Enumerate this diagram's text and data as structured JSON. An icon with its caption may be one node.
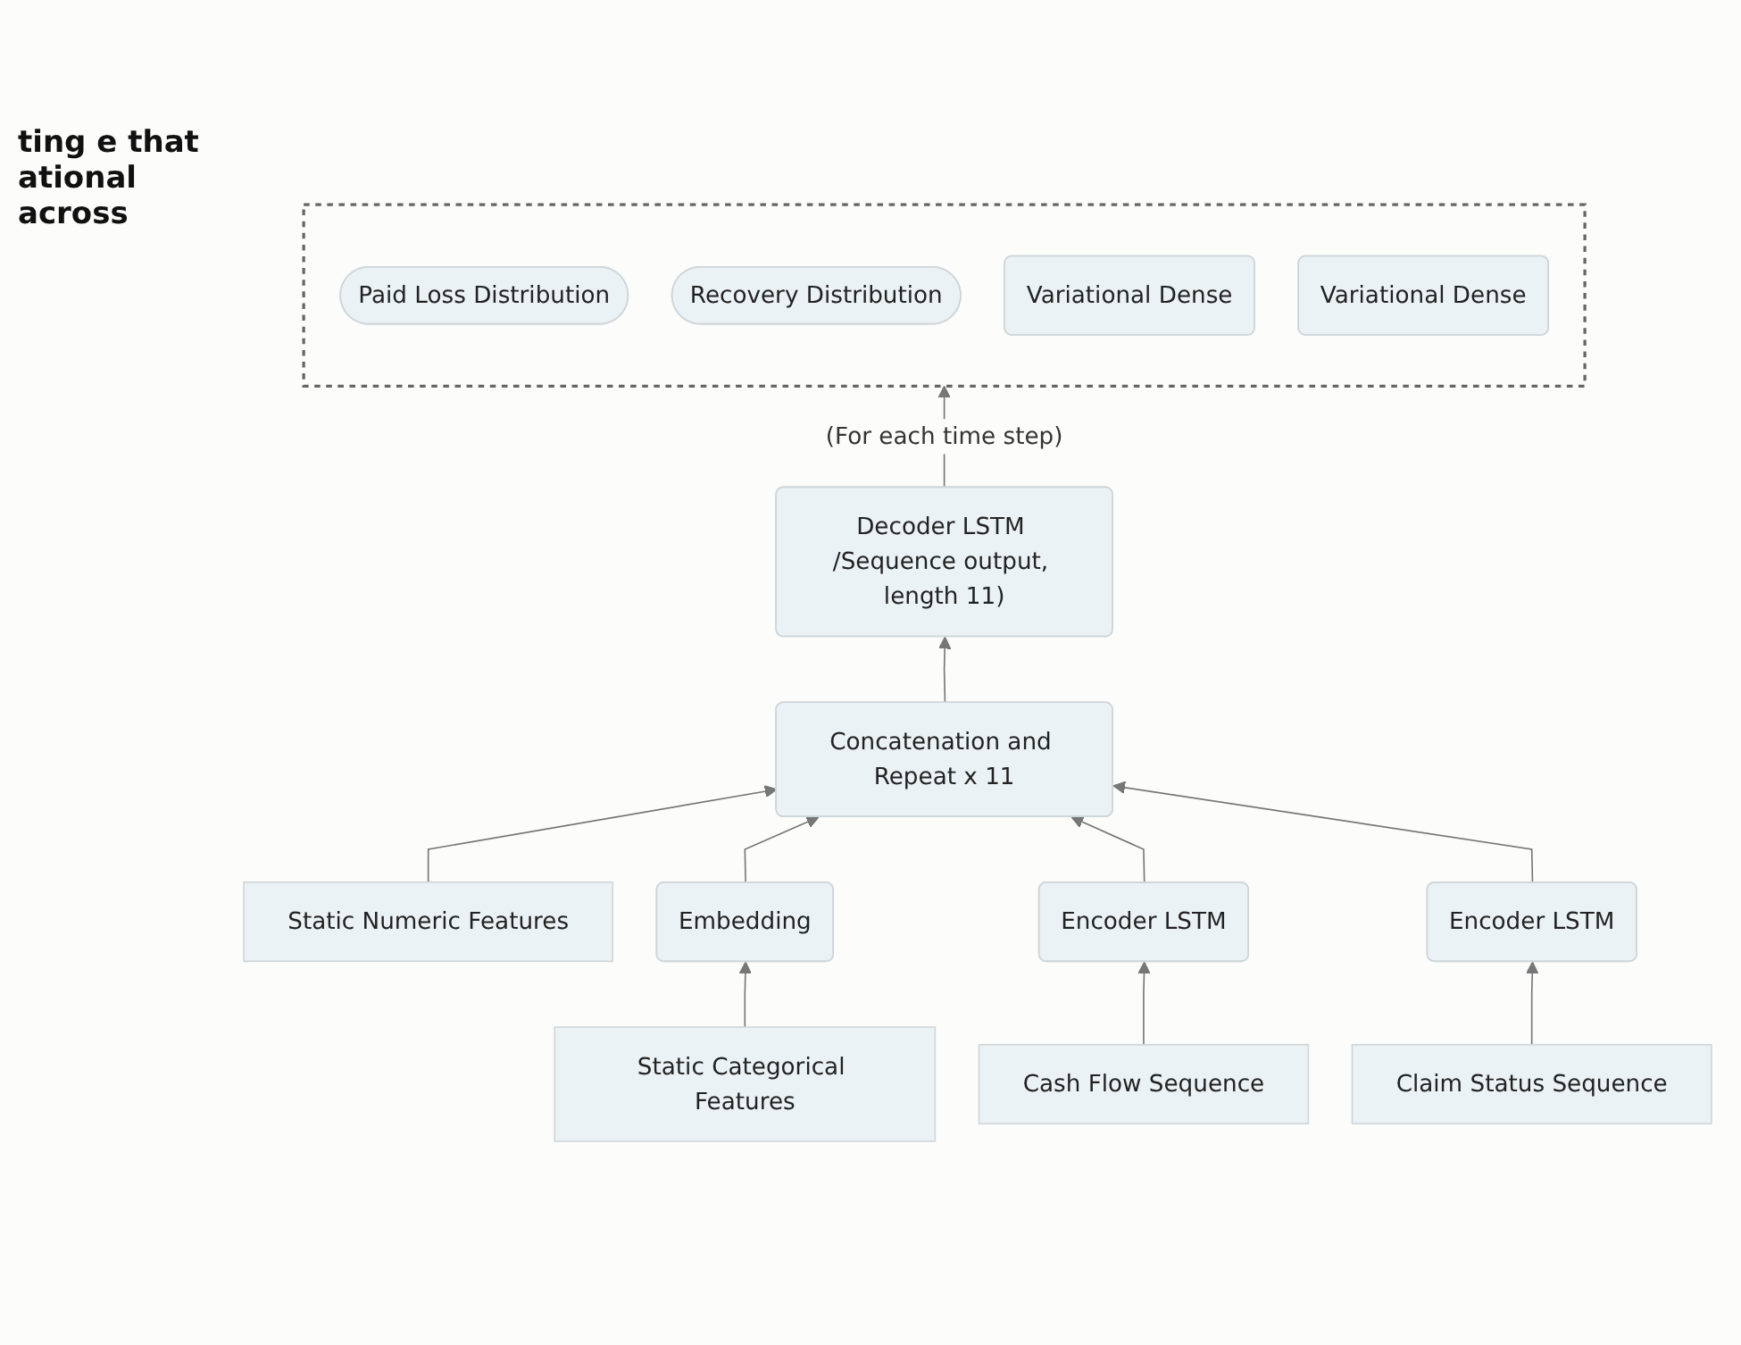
{
  "diagram": {
    "nodes": [
      {
        "text": [],
        "shape": "box"
      },
      {
        "text": [
          "Paid Loss Distribution"
        ],
        "in": 0
      },
      {
        "text": [
          "Recovery Distribution"
        ],
        "in": 0
      },
      {
        "text": [
          "Variational Dense"
        ],
        "in": 0
      },
      {
        "text": [
          "Variational Dense"
        ],
        "in": 0
      },
      {
        "text": [
          "Decoder LSTM /Sequence output, length 11)"
        ]
      },
      {
        "text": [
          "Concatenation and Repeat x 11"
        ]
      },
      {
        "text": [
          "Embedding"
        ]
      },
      {
        "text": [
          "Encoder LSTM"
        ]
      },
      {
        "text": [
          "Encoder LSTM"
        ]
      },
      {
        "text": [
          "Static Numeric Features"
        ]
      },
      {
        "text": [
          "Static Categorical Features"
        ]
      },
      {
        "text": [
          "Cash Flow Sequence"
        ]
      },
      {
        "text": [
          "Claim Status Sequence"
        ]
      }
    ],
    "edges": [
      {
        "from": 5,
        "to": 0,
        "arrow": "to",
        "label": "(For each time step)"
      },
      {
        "from": 6,
        "to": 5,
        "arrow": "to"
      },
      {
        "from": 10,
        "to": 6,
        "arrow": "to"
      },
      {
        "from": 7,
        "to": 6,
        "arrow": "to"
      },
      {
        "from": 8,
        "to": 6,
        "arrow": "to"
      },
      {
        "from": 9,
        "to": 6,
        "arrow": "to"
      },
      {
        "from": 11,
        "to": 7,
        "arrow": "to"
      },
      {
        "from": 12,
        "to": 8,
        "arrow": "to"
      },
      {
        "from": 13,
        "to": 9,
        "arrow": "to"
      }
    ],
    "labels": [
      "ting e that ational across"
    ]
  }
}
